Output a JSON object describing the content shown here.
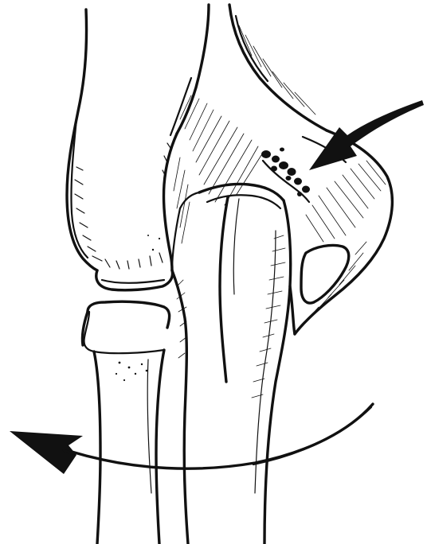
{
  "illustration": {
    "subject": "elbow-joint-line-drawing",
    "ink_color": "#111111",
    "paper_color": "#ffffff",
    "elements": {
      "humerus": "humerus-distal-end",
      "radial_head": "radial-head",
      "ulna": "ulna-proximal",
      "olecranon": "olecranon",
      "impingement_arrow": "curved-arrow-pointing-to-posterior-joint",
      "rotation_arrow": "curved-arrow-indicating-rotation",
      "osteophytes": "osteophyte-fragments"
    }
  }
}
